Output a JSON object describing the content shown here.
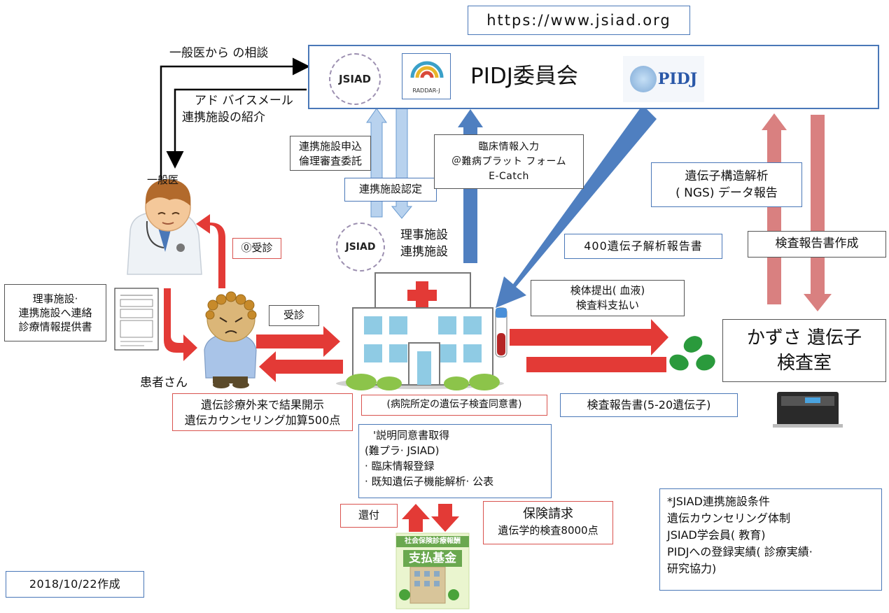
{
  "url": "https://www.jsiad.org",
  "committee": {
    "title": "PIDJ委員会",
    "jsiad_logo": "JSIAD",
    "raddar_logo": "RADDAR-J",
    "pidj_logo": "PIDJ"
  },
  "consult": "一般医から の相談",
  "advice": {
    "line1": "アド バイスメール",
    "line2": "連携施設の紹介"
  },
  "gp_label": "一般医",
  "patient_label": "患者さん",
  "visit0": "⓪受診",
  "referral": {
    "line1": "理事施設·",
    "line2": "連携施設へ連絡",
    "line3": "診療情報提供書"
  },
  "apply": {
    "line1": "連携施設申込",
    "line2": "倫理審査委託"
  },
  "approve": "連携施設認定",
  "clinical": {
    "line1": "臨床情報入力",
    "line2": "＠難病プラット フォーム",
    "line3": "E-Catch"
  },
  "facility": {
    "line1": "理事施設",
    "line2": "連携施設"
  },
  "report400": "400遺伝子解析報告書",
  "ngs": {
    "line1": "遺伝子構造解析",
    "line2": "( NGS) データ報告"
  },
  "report_create": "検査報告書作成",
  "visit": "受診",
  "specimen": {
    "line1": "検体提出( 血液)",
    "line2": "検査料支払い"
  },
  "lab": {
    "line1": "かずさ 遺伝子",
    "line2": "検査室"
  },
  "disclosure": {
    "line1": "遺伝診療外来で結果開示",
    "line2": "遺伝カウンセリング加算500点"
  },
  "consent_form": "(病院所定の遺伝子検査同意書)",
  "lab_report": "検査報告書(5-20遺伝子)",
  "explain": {
    "line1": "'説明同意書取得",
    "line2": "(難プラ· JSIAD)",
    "line3": "· 臨床情報登録",
    "line4": "· 既知遺伝子機能解析· 公表"
  },
  "refund": "還付",
  "insurance": {
    "title": "保険請求",
    "detail": "遺伝学的検査8000点"
  },
  "fund": {
    "line1": "社会保険診療報酬",
    "line2": "支払基金"
  },
  "conditions": {
    "line1": "*JSIAD連携施設条件",
    "line2": "遺伝カウンセリング体制",
    "line3": "JSIAD学会員( 教育)",
    "line4": "PIDJへの登録実績( 診療実績·",
    "line5": "研究協力)"
  },
  "date": "2018/10/22作成",
  "colors": {
    "blue_border": "#4a78b8",
    "red_arrow": "#e33a36",
    "pink_arrow": "#d98080",
    "blue_arrow": "#4f7fc0",
    "light_blue_arrow": "#b8d2ee"
  }
}
